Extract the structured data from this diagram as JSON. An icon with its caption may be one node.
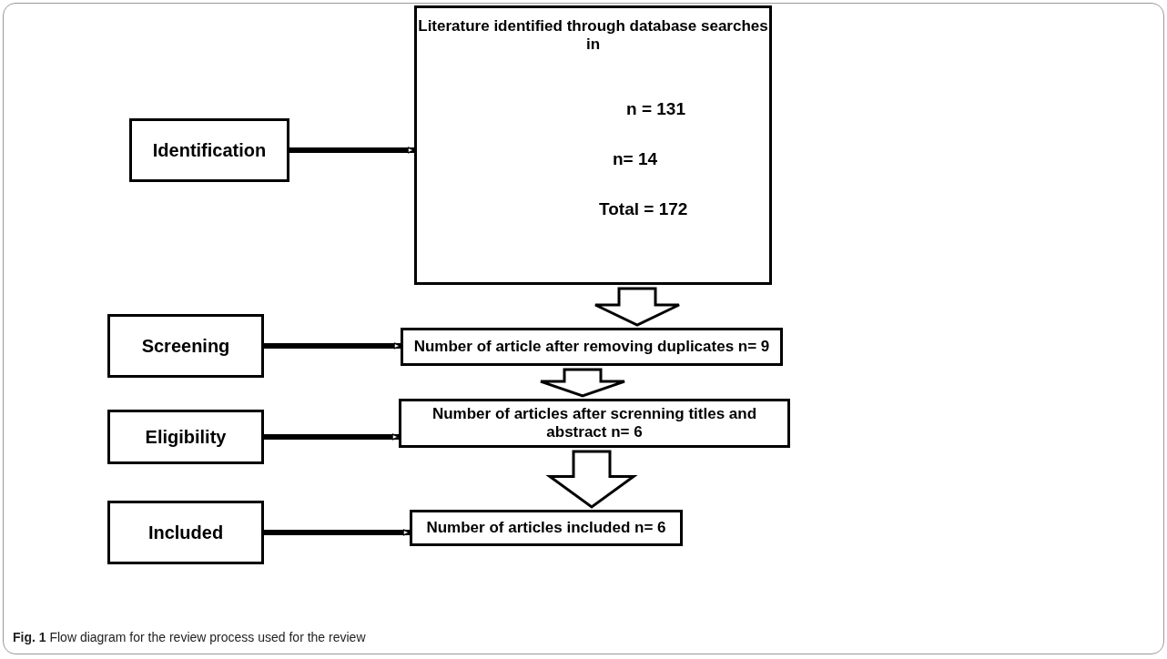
{
  "diagram": {
    "caption": "**Fig. 1** Flow diagram for the review process used for the review",
    "nodes": [
      {
        "text": [
          "Identification"
        ]
      },
      {
        "text": [
          "Literature identified through database searches in",
          "n = 131",
          "n= 14",
          "Total = 172"
        ]
      },
      {
        "text": [
          "Screening"
        ]
      },
      {
        "text": [
          "Number of article after removing duplicates n= 9"
        ]
      },
      {
        "text": [
          "Eligibility"
        ]
      },
      {
        "text": [
          "Number of articles after screnning titles and abstract n= 6"
        ]
      },
      {
        "text": [
          "Included"
        ]
      },
      {
        "text": [
          "Number of articles included n= 6"
        ]
      }
    ],
    "edges": [
      {
        "from": 0,
        "to": 1,
        "arrow": "to"
      },
      {
        "from": 1,
        "to": 3,
        "arrow": "to"
      },
      {
        "from": 2,
        "to": 3,
        "arrow": "to"
      },
      {
        "from": 3,
        "to": 5,
        "arrow": "to"
      },
      {
        "from": 4,
        "to": 5,
        "arrow": "to"
      },
      {
        "from": 5,
        "to": 7,
        "arrow": "to"
      },
      {
        "from": 6,
        "to": 7,
        "arrow": "to"
      }
    ]
  }
}
